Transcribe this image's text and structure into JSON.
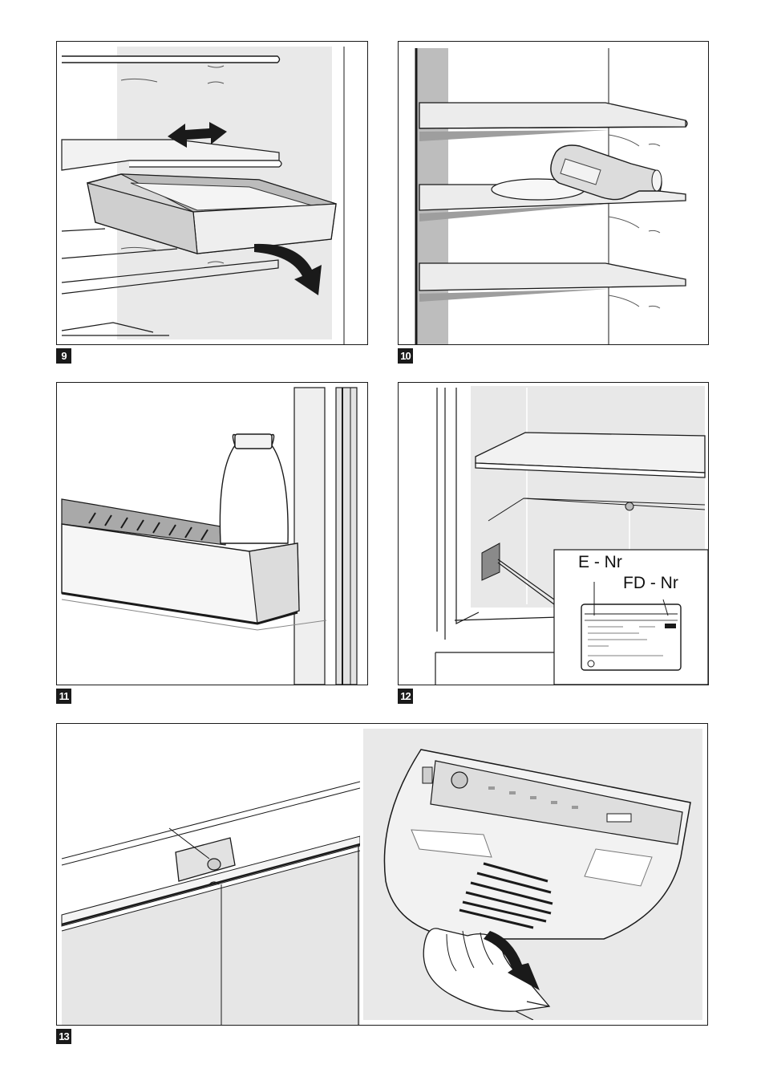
{
  "figures": [
    {
      "number": "9"
    },
    {
      "number": "10"
    },
    {
      "number": "11"
    },
    {
      "number": "12"
    },
    {
      "number": "13"
    }
  ],
  "rating_plate": {
    "e_nr_label": "E - Nr",
    "fd_nr_label": "FD - Nr"
  },
  "colors": {
    "line": "#1a1a1a",
    "wall_grey": "#e6e6e6",
    "shadow_grey": "#bdbdbd",
    "badge": "#1a1a1a"
  }
}
